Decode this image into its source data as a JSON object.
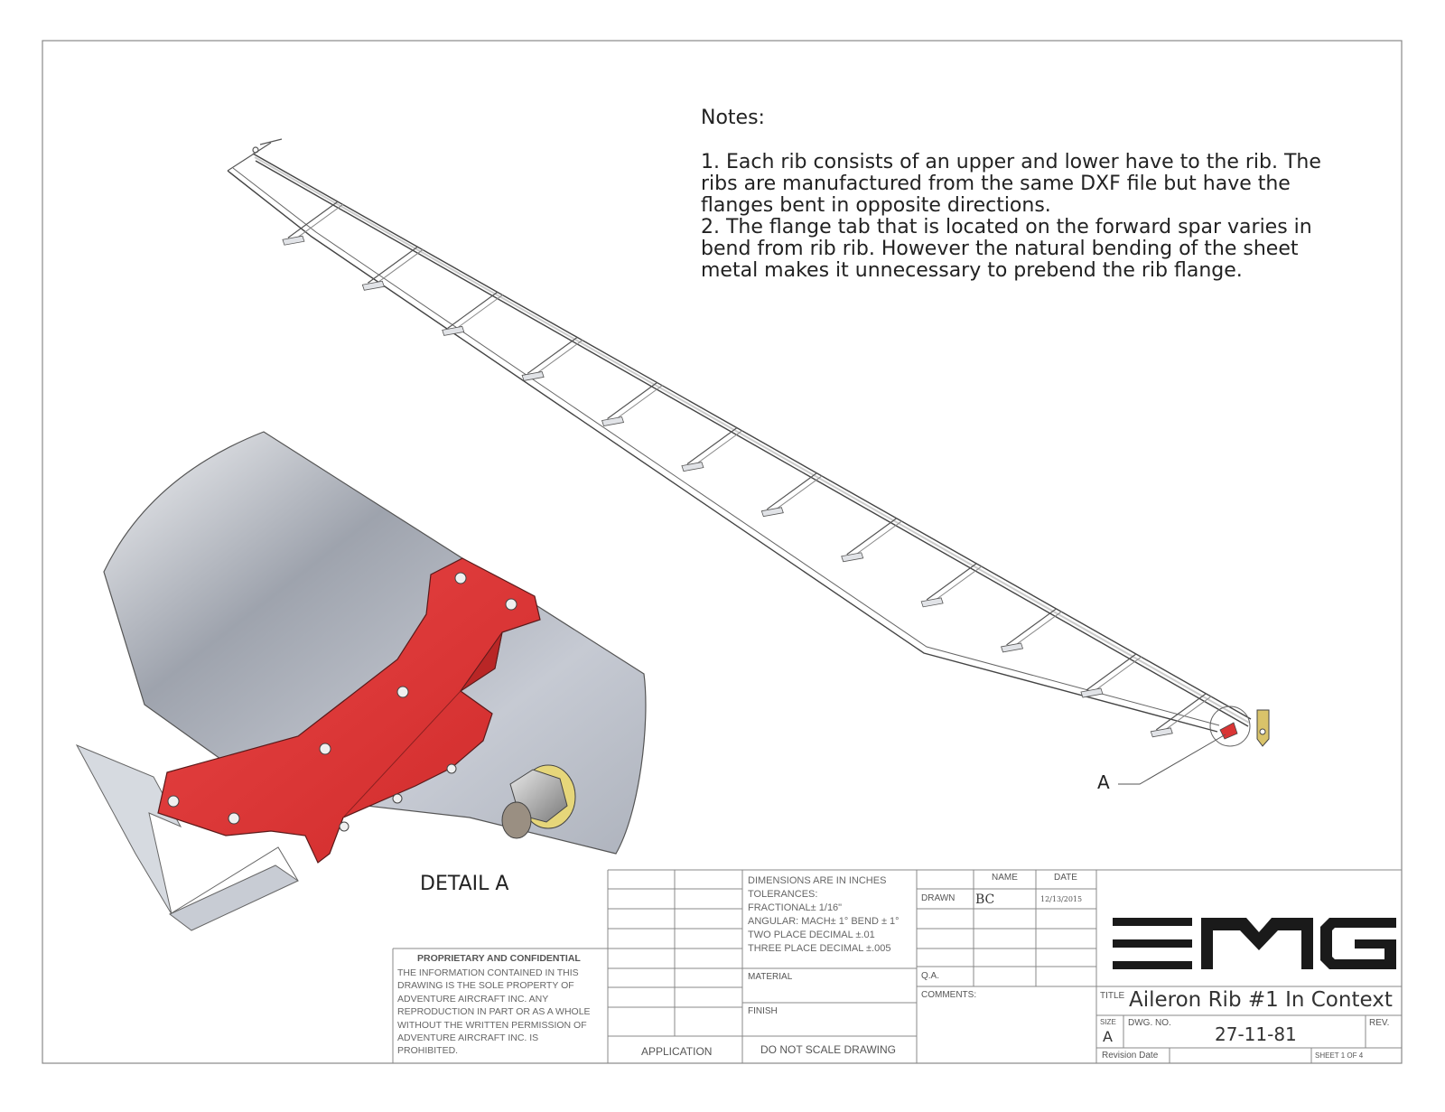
{
  "notes": {
    "title": "Notes:",
    "lines": [
      "1.  Each rib consists of an upper and lower have to the rib. The",
      "ribs are manufactured from the same DXF file but have the",
      "flanges bent in opposite directions.",
      "2.  The flange tab that is located on the forward spar varies in",
      "bend from rib rib. However the natural bending of the sheet",
      "metal makes it unnecessary to prebend the rib flange."
    ]
  },
  "detail_label": "DETAIL A",
  "callout_label": "A",
  "title_block": {
    "proprietary_heading": "PROPRIETARY AND CONFIDENTIAL",
    "proprietary_lines": [
      "THE INFORMATION CONTAINED IN THIS",
      "DRAWING IS THE SOLE PROPERTY OF",
      "ADVENTURE AIRCRAFT INC.  ANY",
      "REPRODUCTION IN PART OR AS A WHOLE",
      "WITHOUT THE WRITTEN PERMISSION OF",
      "ADVENTURE AIRCRAFT INC. IS",
      "PROHIBITED."
    ],
    "application": "APPLICATION",
    "tolerance_lines": [
      "DIMENSIONS ARE IN INCHES",
      "TOLERANCES:",
      "FRACTIONAL± 1/16\"",
      "ANGULAR: MACH± 1° BEND ± 1°",
      "TWO PLACE DECIMAL    ±.01",
      "THREE PLACE DECIMAL  ±.005"
    ],
    "material": "MATERIAL",
    "finish": "FINISH",
    "do_not_scale": "DO  NOT  SCALE  DRAWING",
    "name_header": "NAME",
    "date_header": "DATE",
    "drawn_label": "DRAWN",
    "drawn_name": "BC",
    "drawn_date": "12/13/2015",
    "qa_label": "Q.A.",
    "comments_label": "COMMENTS:",
    "logo_text": "EMG",
    "title_label": "TITLE",
    "title_value": "Aileron Rib #1 In Context",
    "size_label": "SIZE",
    "size_value": "A",
    "dwg_no_label": "DWG.  NO.",
    "dwg_no_value": "27-11-81",
    "rev_label": "REV.",
    "revision_date_label": "Revision Date",
    "sheet_label": "SHEET 1 OF 4"
  },
  "colors": {
    "rib_red": "#e43a3a",
    "spar_grey": "#b5bac4",
    "frame_line": "#888888"
  }
}
